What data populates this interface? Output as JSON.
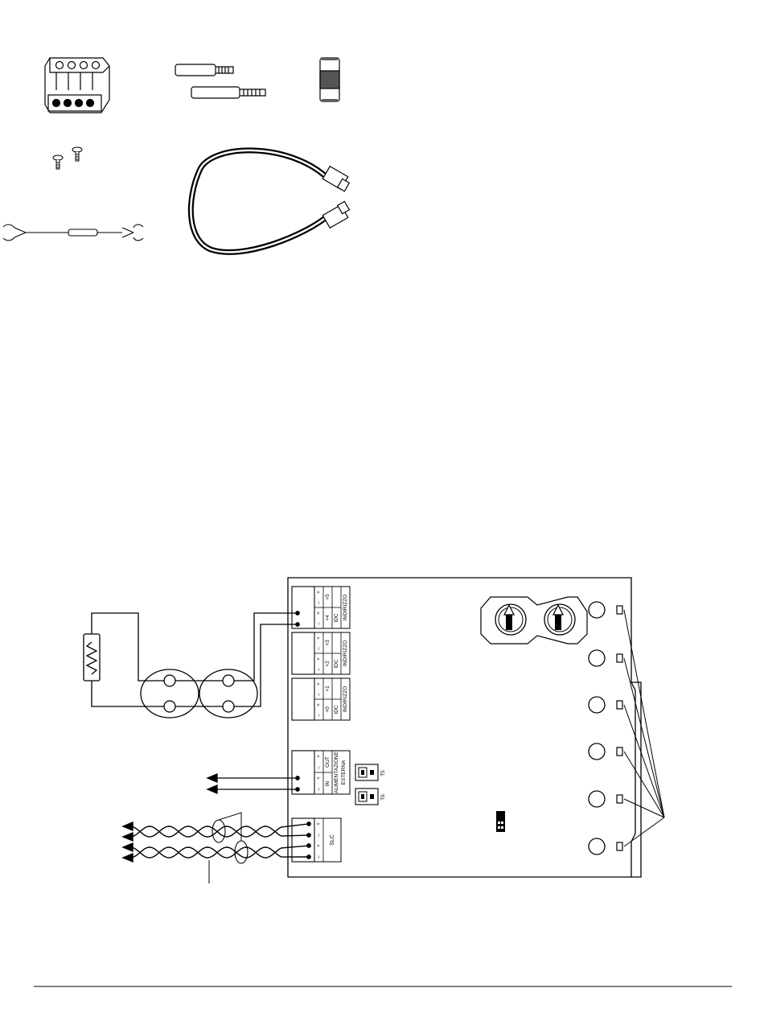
{
  "board": {
    "blocks": [
      {
        "id": "idc4",
        "idc_label": "IDC",
        "addr_label": "INDIRIZZO",
        "minus_addr": "+4",
        "plus_addr": "+5"
      },
      {
        "id": "idc2",
        "idc_label": "IDC",
        "addr_label": "INDIRIZZO",
        "minus_addr": "+2",
        "plus_addr": "+3"
      },
      {
        "id": "idc0",
        "idc_label": "IDC",
        "addr_label": "INDIRIZZO",
        "minus_addr": "+0",
        "plus_addr": "+1"
      }
    ],
    "power": {
      "in_label": "IN",
      "out_label": "OUT",
      "title_line1": "ALIMENTAZIONE",
      "title_line2": "ESTERNA"
    },
    "slc_label": "SLC",
    "plus": "+",
    "minus": "–",
    "jumpers": [
      {
        "label": "T5"
      },
      {
        "label": "T6"
      }
    ]
  }
}
